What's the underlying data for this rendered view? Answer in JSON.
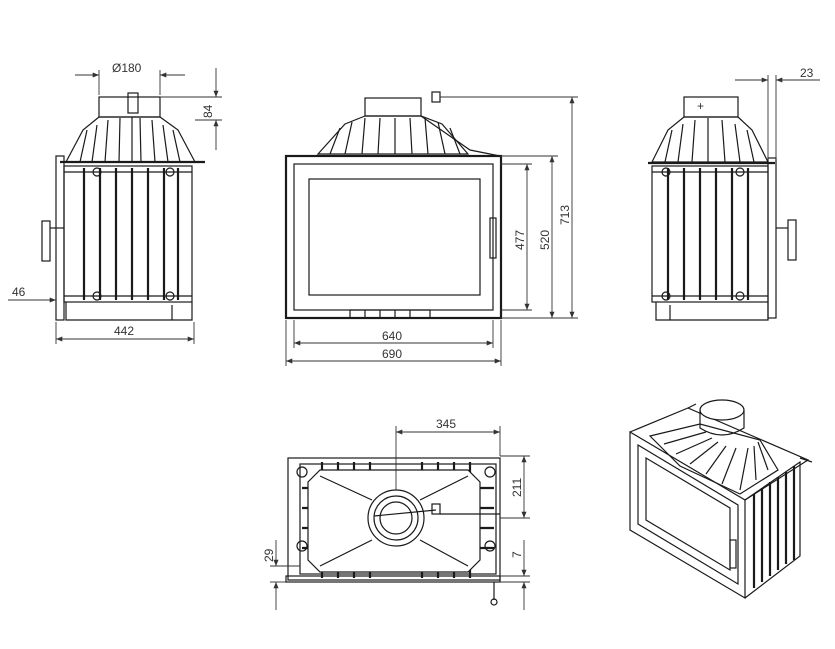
{
  "dimensions": {
    "flue_diameter": "Ø180",
    "collar_height": "84",
    "side_depth": "442",
    "side_offset": "46",
    "inner_width": "640",
    "outer_width": "690",
    "glass_height": "477",
    "body_height": "520",
    "total_height": "713",
    "rear_offset": "23",
    "top_width": "345",
    "top_depth": "211",
    "bottom_offset": "29",
    "front_offset": "7"
  },
  "views": [
    "left-side-view",
    "front-view",
    "right-side-view",
    "top-view",
    "isometric-view"
  ]
}
